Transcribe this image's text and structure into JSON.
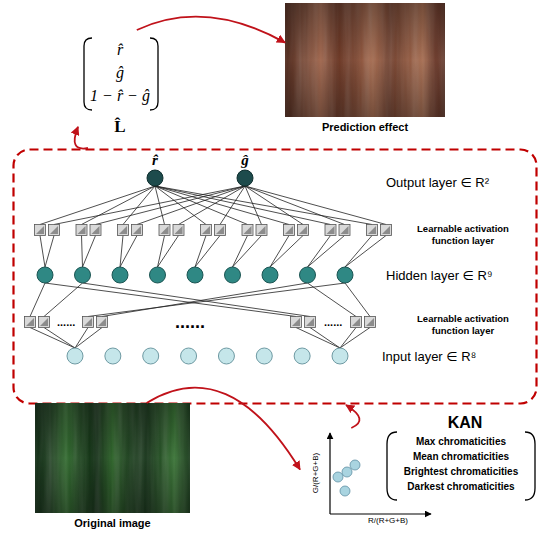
{
  "diagram": {
    "nodes": [
      {
        "text": [
          "r̂",
          "ĝ",
          "1 − r̂ − ĝ",
          "L̂"
        ]
      },
      {
        "text": [
          "Prediction effect"
        ]
      },
      {
        "text": [
          "KAN"
        ]
      },
      {
        "text": [
          "r̂"
        ],
        "in": 2
      },
      {
        "text": [
          "ĝ"
        ],
        "in": 2
      },
      {
        "text": [
          "Original image"
        ]
      },
      {
        "text": [
          "G/(R+G+B)",
          "R/(R+G+B)"
        ]
      },
      {
        "text": [
          "Max chromaticities",
          "Mean chromaticities",
          "Brightest chromaticities",
          "Darkest chromaticities"
        ]
      }
    ],
    "edges": [
      {
        "from": 2,
        "to": 0,
        "arrow": "to"
      },
      {
        "from": 0,
        "to": 1,
        "arrow": "to"
      },
      {
        "from": 5,
        "to": 6,
        "arrow": "to"
      },
      {
        "from": 6,
        "to": 2,
        "arrow": "to"
      }
    ],
    "labels": [
      "Output layer ∈ R²",
      "Learnable activation function layer",
      "Hidden layer ∈ R⁹",
      "......",
      "......",
      "......",
      "Learnable activation function layer",
      "Input layer ∈ R⁸"
    ]
  }
}
